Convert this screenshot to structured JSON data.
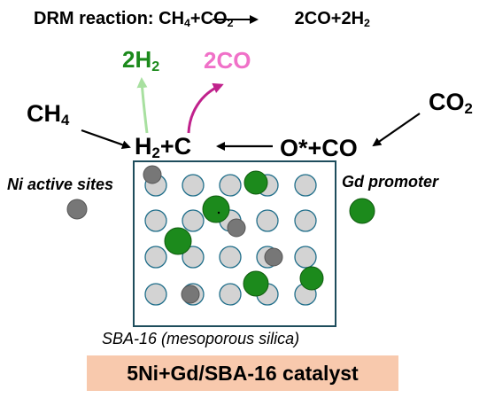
{
  "title": {
    "prefix": "DRM reaction: CH",
    "s1": "4",
    "mid": "+CO",
    "s2": "2",
    "products_a": "2CO+2H",
    "s3": "2"
  },
  "products": {
    "h2_coef": "2H",
    "h2_sub": "2",
    "co": "2CO"
  },
  "species": {
    "ch4": "CH",
    "ch4_sub": "4",
    "co2": "CO",
    "co2_sub": "2",
    "h2c_a": "H",
    "h2c_sub": "2",
    "h2c_b": "+C",
    "ocop": "O*+CO"
  },
  "labels": {
    "ni_sites": "Ni active sites",
    "gd_promoter": "Gd promoter",
    "support": "SBA-16 (mesoporous silica)",
    "catalyst": "5Ni+Gd/SBA-16 catalyst"
  },
  "colors": {
    "green": "#1c8a1c",
    "light_green": "#a8e0a0",
    "magenta": "#c0228c",
    "pink": "#f071c8",
    "ni_gray": "#777777",
    "pore": "#d3d3d3",
    "pore_stroke": "#1f6e8a",
    "box_fill": "#f8c9ad"
  }
}
